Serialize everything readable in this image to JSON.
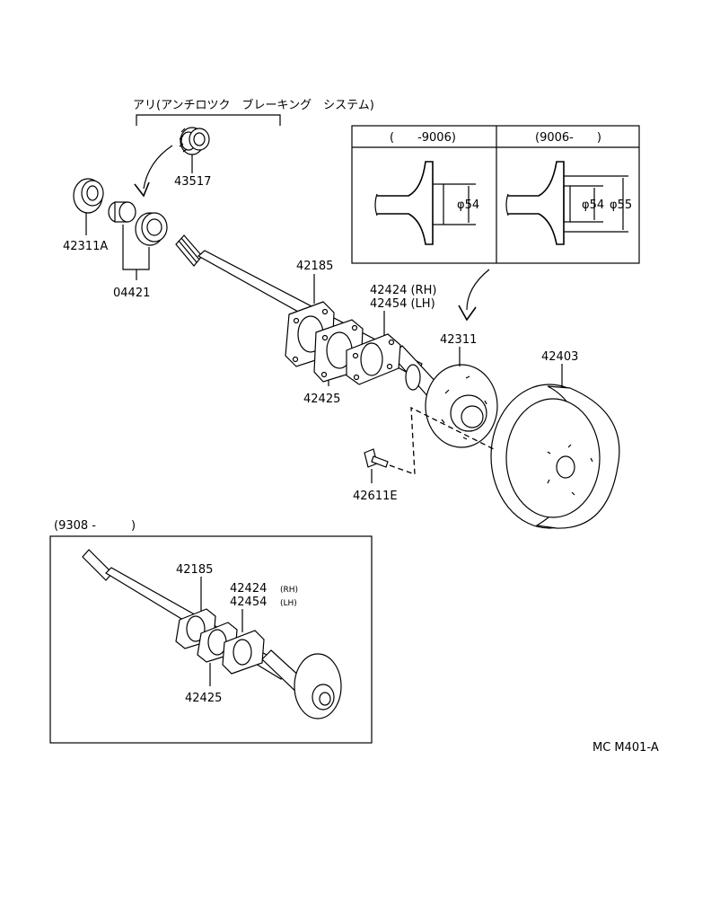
{
  "header_note": "アリ(アンチロツク　ブレーキング　システム)",
  "inset_top": {
    "left_range": "(　　-9006)",
    "right_range": "(9006-　　)",
    "left_dim": "φ54",
    "right_dim_inner": "φ54",
    "right_dim_outer": "φ55"
  },
  "inset_bottom": {
    "range": "(9308 -　　　)",
    "parts": {
      "gasket_upper": "42185",
      "retainer_rh": "42424",
      "retainer_rh_side": "(RH)",
      "retainer_lh": "42454",
      "retainer_lh_side": "(LH)",
      "gasket_lower": "42425"
    }
  },
  "parts": {
    "sensor_rotor": "43517",
    "oil_seal": "42311A",
    "bearing": "04421",
    "gasket_upper": "42185",
    "retainer_rh": "42424 (RH)",
    "retainer_lh": "42454 (LH)",
    "gasket_lower": "42425",
    "axle_shaft": "42311",
    "brake_drum": "42403",
    "hub_bolt": "42611E"
  },
  "catalog_code": "MC M401-A"
}
